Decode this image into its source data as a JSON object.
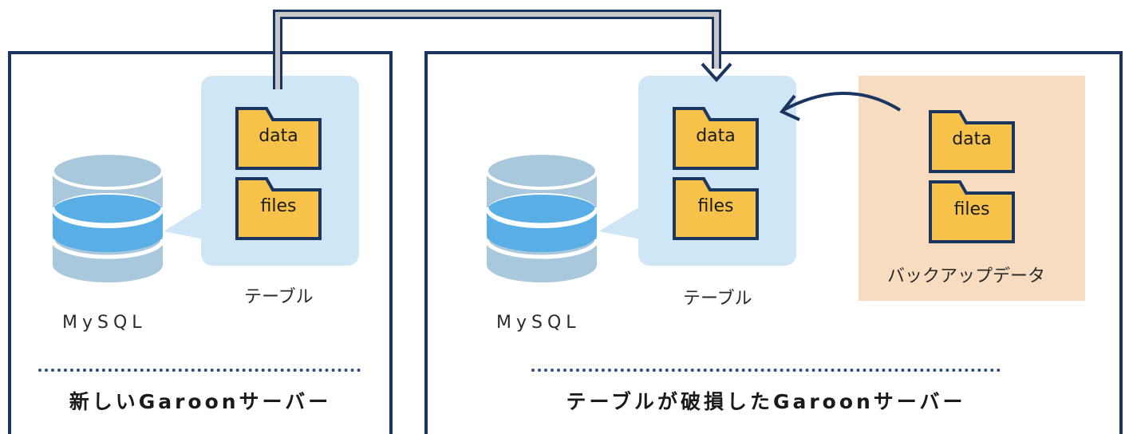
{
  "left_server": {
    "title": "新しいGaroonサーバー",
    "database_label": "MySQL",
    "table_caption": "テーブル",
    "folders": [
      {
        "label": "data",
        "icon": "folder-icon"
      },
      {
        "label": "files",
        "icon": "folder-icon"
      }
    ]
  },
  "right_server": {
    "title": "テーブルが破損したGaroonサーバー",
    "database_label": "MySQL",
    "table_caption": "テーブル",
    "folders": [
      {
        "label": "data",
        "icon": "folder-icon"
      },
      {
        "label": "files",
        "icon": "folder-icon"
      }
    ]
  },
  "backup": {
    "caption": "バックアップデータ",
    "folders": [
      {
        "label": "data",
        "icon": "folder-icon"
      },
      {
        "label": "files",
        "icon": "folder-icon"
      }
    ]
  },
  "colors": {
    "server_border": "#1a3560",
    "table_panel": "#cfe6f7",
    "backup_panel": "#f7dcc0",
    "folder_fill": "#f6c24a",
    "folder_stroke": "#1a3560",
    "db_body": "#a9c8dc",
    "db_band": "#5aaee6",
    "arrow": "#1a3560"
  }
}
